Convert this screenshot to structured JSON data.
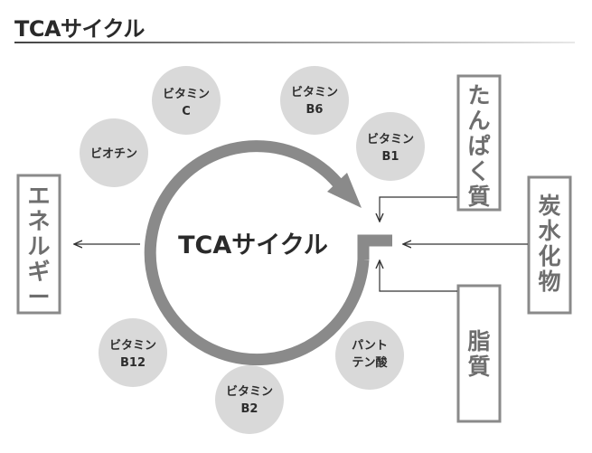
{
  "title": "TCAサイクル",
  "center_label": "TCAサイクル",
  "vitamins": {
    "vitamin_c": [
      "ビタミン",
      "C"
    ],
    "vitamin_b6": [
      "ビタミン",
      "B6"
    ],
    "vitamin_b1": [
      "ビタミン",
      "B1"
    ],
    "biotin": [
      "ビオチン"
    ],
    "vitamin_b12": [
      "ビタミン",
      "B12"
    ],
    "vitamin_b2": [
      "ビタミン",
      "B2"
    ],
    "pantothenic_acid": [
      "パント",
      "テン酸"
    ]
  },
  "inputs": {
    "protein": [
      "た",
      "ん",
      "ぱ",
      "く",
      "質"
    ],
    "carbohydrate": [
      "炭",
      "水",
      "化",
      "物"
    ],
    "fat": [
      "脂",
      "質"
    ]
  },
  "output": {
    "energy": [
      "エ",
      "ネ",
      "ル",
      "ギ",
      "ー"
    ]
  },
  "colors": {
    "cycle": "#8a8a8a",
    "bubble": "#d9d9d9",
    "box_border": "#8a8a8a",
    "box_text": "#6e6e6e",
    "arrow": "#333333"
  }
}
